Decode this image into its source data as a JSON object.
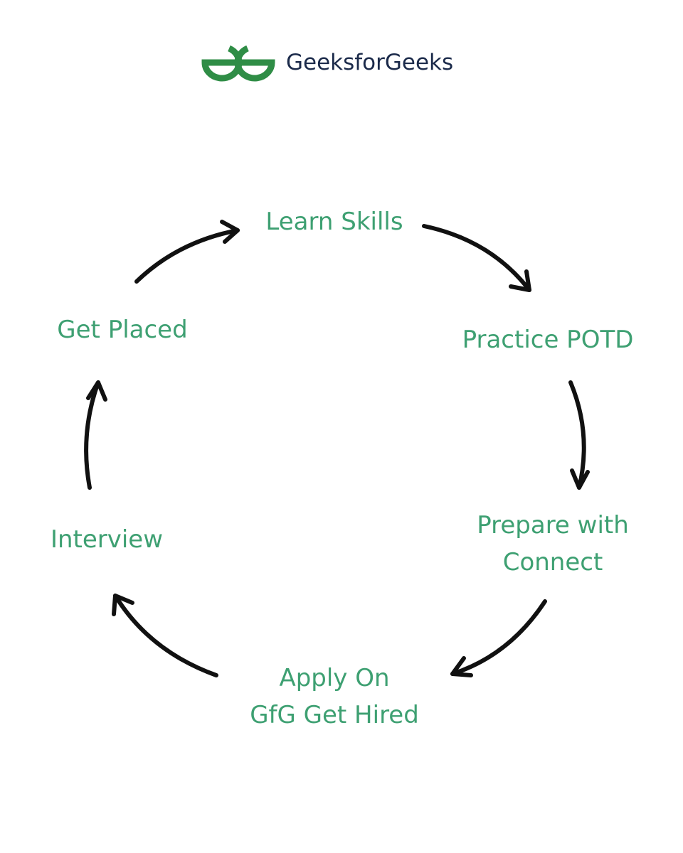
{
  "brand": {
    "name": "GeeksforGeeks",
    "logo_icon": "gfg-logo-icon",
    "color_primary": "#2f8d46",
    "color_text": "#1b2a4a"
  },
  "cycle": {
    "steps": [
      {
        "lines": [
          "Learn Skills"
        ]
      },
      {
        "lines": [
          "Practice POTD"
        ]
      },
      {
        "lines": [
          "Prepare with",
          "Connect"
        ]
      },
      {
        "lines": [
          "Apply On",
          "GfG Get Hired"
        ]
      },
      {
        "lines": [
          "Interview"
        ]
      },
      {
        "lines": [
          "Get Placed"
        ]
      }
    ],
    "label_color": "#3ea072",
    "arrow_color": "#111111",
    "arrow_icon": "curved-arrow-icon"
  }
}
